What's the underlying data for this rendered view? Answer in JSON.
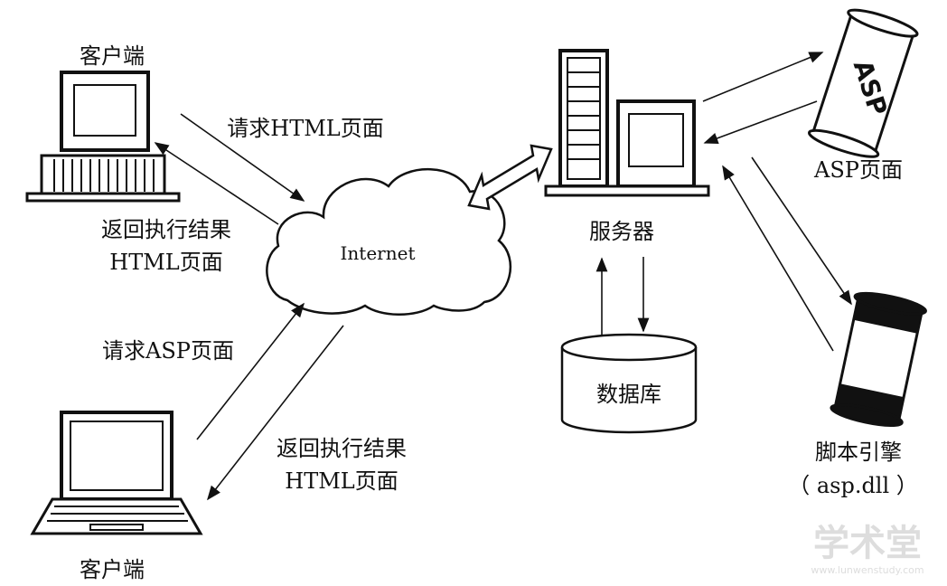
{
  "labels": {
    "client_top": "客户端",
    "client_bottom": "客户端",
    "request_html": "请求HTML页面",
    "return_result_1_line1": "返回执行结果",
    "return_result_1_line2": "HTML页面",
    "internet": "Internet",
    "request_asp": "请求ASP页面",
    "return_result_2_line1": "返回执行结果",
    "return_result_2_line2": "HTML页面",
    "server": "服务器",
    "database": "数据库",
    "asp_page": "ASP页面",
    "asp_scroll_text": "ASP",
    "script_engine_line1": "脚本引擎",
    "script_engine_line2": "（ asp.dll ）"
  },
  "watermark": {
    "title": "学术堂",
    "url": "www.lunwenstudy.com"
  }
}
